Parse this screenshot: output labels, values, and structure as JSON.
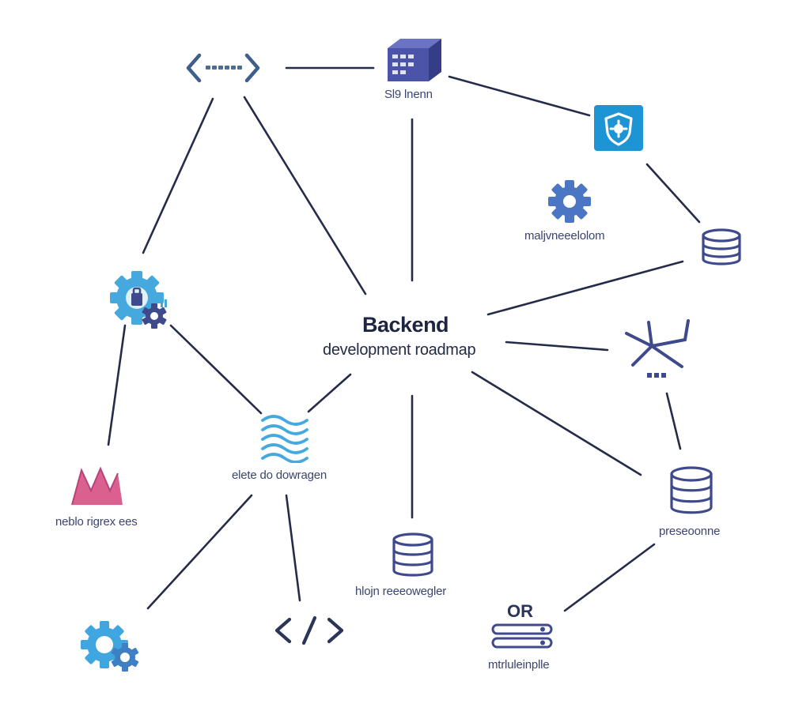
{
  "title": "Backend",
  "subtitle": "development roadmap",
  "labels": {
    "server": "Sl9 lnenn",
    "settings": "maljvneeelolom",
    "waves": "elete do dowragen",
    "pink": "neblo rigrex ees",
    "db_center": "hlojn reeeowegler",
    "db_right": "preseoonne",
    "or_node": "OR",
    "or_label": "mtrluleinplle"
  },
  "colors": {
    "line": "#252c4a",
    "navy": "#3f4a8c",
    "blue": "#4b76c4",
    "light_blue": "#3fa6e0",
    "pink": "#d9608f",
    "teal": "#45a9dd"
  },
  "icons": [
    "ellipsis-code-icon",
    "server-box-icon",
    "shield-gear-icon",
    "settings-gear-icon",
    "database-icon",
    "gear-cluster-icon",
    "star-network-icon",
    "waves-icon",
    "heartbeat-chart-icon",
    "code-brackets-icon",
    "cable-plug-icon"
  ]
}
